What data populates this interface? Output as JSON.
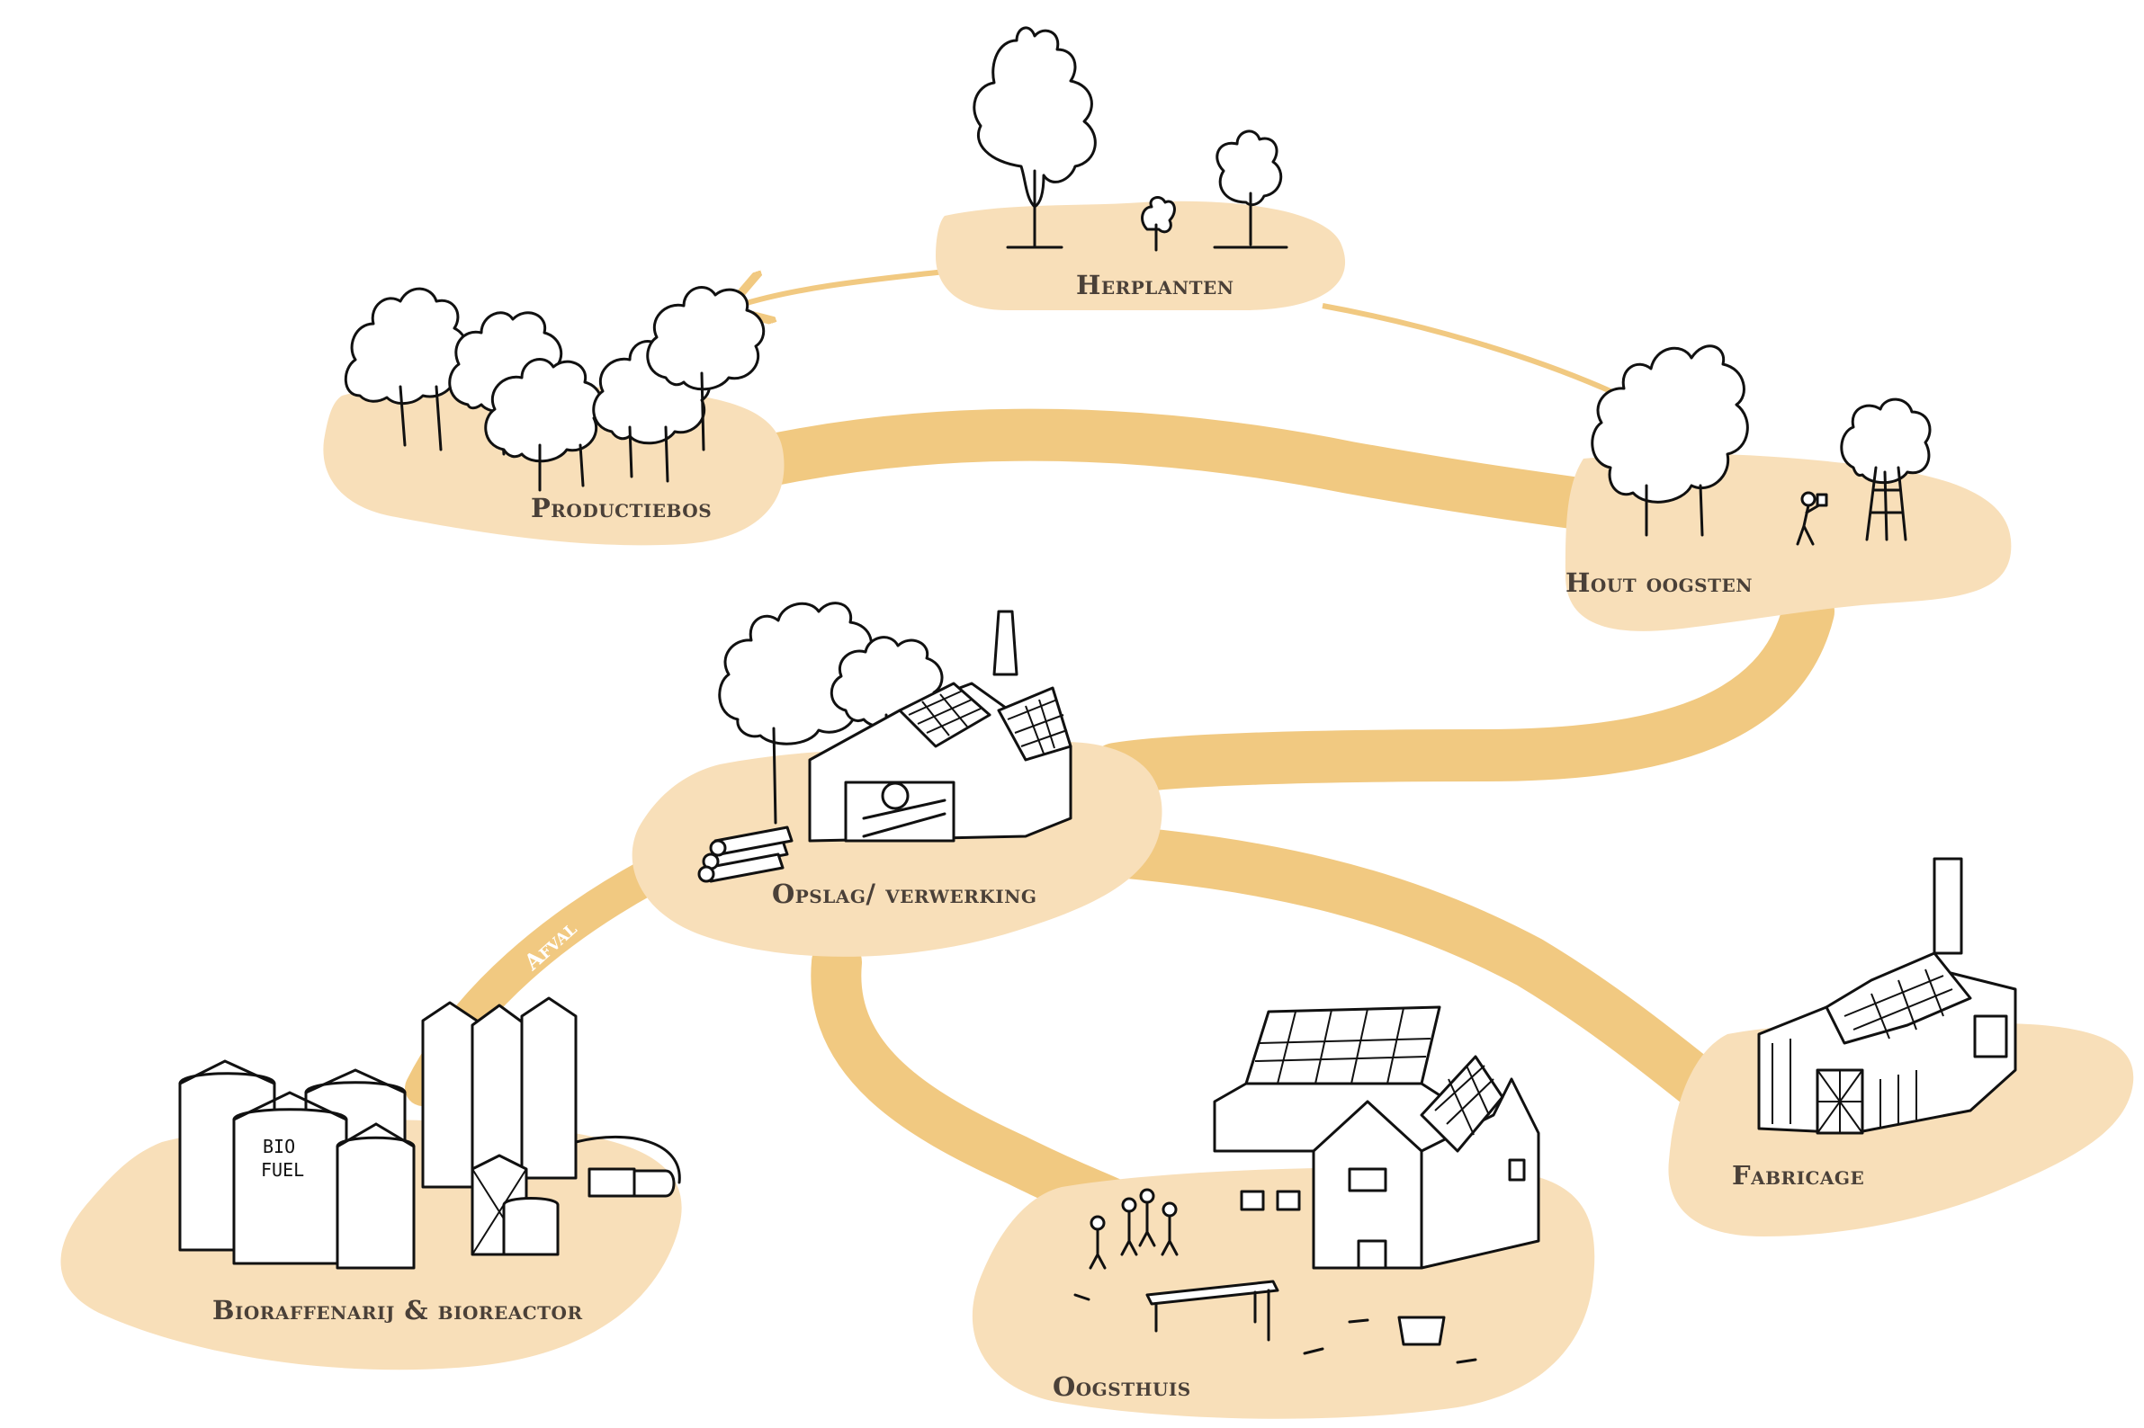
{
  "nodes": {
    "herplanten": "Herplanten",
    "productiebos": "Productiebos",
    "hout_oogsten": "Hout oogsten",
    "opslag_verwerking": "Opslag/ verwerking",
    "bioraffenarij": "Bioraffenarij & bioreactor",
    "oogsthuis": "Oogsthuis",
    "fabricage": "Fabricage"
  },
  "edges": {
    "afval": "Afval"
  },
  "illustration_text": {
    "silo_bio": "BIO",
    "silo_fuel": "FUEL"
  },
  "colors": {
    "blob": "#f8dfb9",
    "flow": "#f1c981",
    "ink": "#111111",
    "label": "#4a4038"
  }
}
